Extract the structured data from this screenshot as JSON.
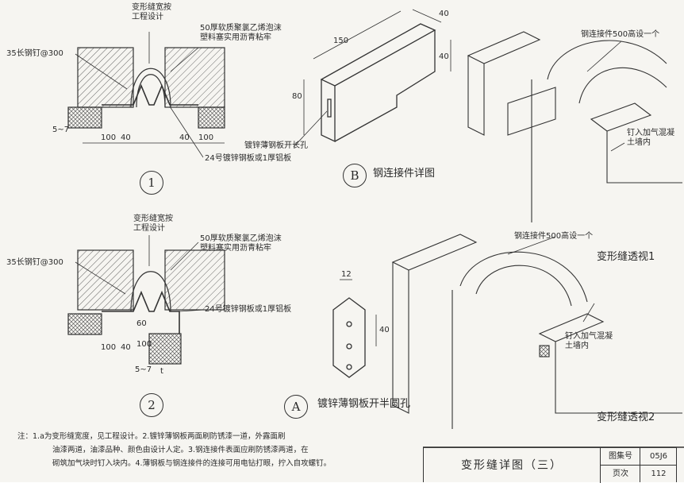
{
  "detail1": {
    "label_width": "变形缝宽按\n工程设计",
    "label_nail": "35长钢钉@300",
    "label_foam": "50厚软质聚氯乙烯泡沫\n塑料塞实用沥青粘牢",
    "label_plate": "24号镀锌钢板或1厚铝板",
    "label_hole": "镀锌薄钢板开长孔",
    "dim_left_a": "100",
    "dim_left_b": "40",
    "dim_right_a": "40",
    "dim_right_b": "100",
    "dim_side": "5~7",
    "number": "1"
  },
  "detail2": {
    "label_width": "变形缝宽按\n工程设计",
    "label_nail": "35长钢钉@300",
    "label_foam": "50厚软质聚氯乙烯泡沫\n塑料塞实用沥青粘牢",
    "label_plate": "24号镀锌钢板或1厚铝板",
    "dim_60": "60",
    "dim_100_v": "100",
    "dim_100_h": "100",
    "dim_40": "40",
    "dim_side": "5~7",
    "dim_t": "t",
    "number": "2"
  },
  "detailB": {
    "letter": "B",
    "title": "钢连接件详图",
    "dim_150": "150",
    "dim_40_top": "40",
    "dim_40_side": "40",
    "dim_80": "80"
  },
  "detailA": {
    "letter": "A",
    "title": "镀锌薄钢板开半圆孔",
    "dim_12": "12",
    "dim_40": "40"
  },
  "persp1": {
    "label_connector": "钢连接件500高设一个",
    "label_nail": "钉入加气混凝\n土墙内",
    "title": "变形缝透视1"
  },
  "persp2": {
    "label_connector": "钢连接件500高设一个",
    "label_nail": "钉入加气混凝\n土墙内",
    "title": "变形缝透视2"
  },
  "notes": {
    "line1": "注：1.a为变形缝宽度，见工程设计。2.镀锌薄钢板两面刷防锈漆一道，外露面刷",
    "line2": "油漆两道，油漆品种、颜色由设计人定。3.钢连接件表面应刷防锈漆两道，在",
    "line3": "砌筑加气块时钉入块内。4.薄钢板与钢连接件的连接可用电钻打眼，拧入自攻螺钉。"
  },
  "titleblock": {
    "title": "变形缝详图（三）",
    "atlas_label": "图集号",
    "atlas_value": "05J6",
    "page_label": "页次",
    "page_value": "112"
  }
}
